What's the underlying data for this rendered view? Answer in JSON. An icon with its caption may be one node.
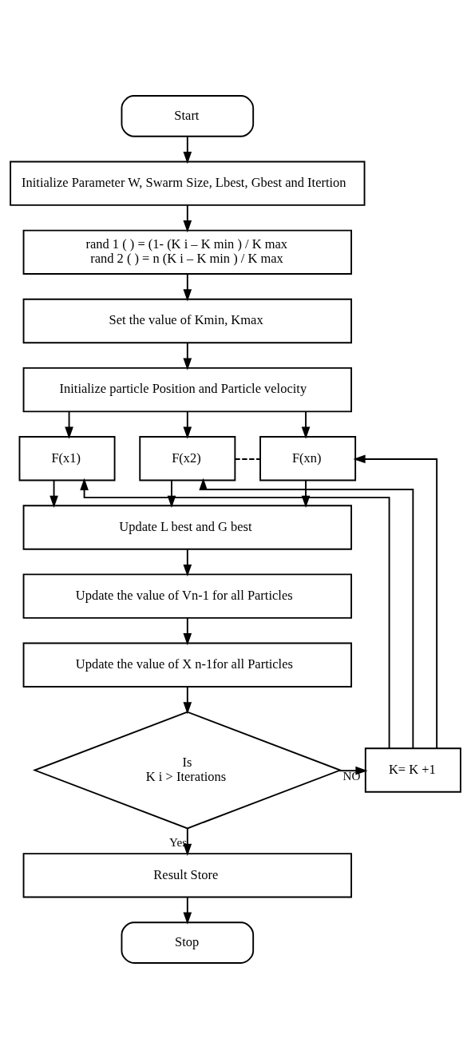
{
  "diagram": {
    "nodes": [
      {
        "text": [
          "Start"
        ]
      },
      {
        "text": [
          "Initialize Parameter W, Swarm Size, Lbest, Gbest and Itertion"
        ]
      },
      {
        "text": [
          "rand 1 ( ) = (1- (K i – K min ) / K max",
          "rand 2 ( ) = n (K i – K min ) / K max"
        ]
      },
      {
        "text": [
          "Set the value of Kmin, Kmax"
        ]
      },
      {
        "text": [
          "Initialize particle Position and Particle velocity"
        ]
      },
      {
        "text": [
          "F(x1)"
        ]
      },
      {
        "text": [
          "F(x2)"
        ]
      },
      {
        "text": [
          "F(xn)"
        ]
      },
      {
        "text": [
          "Update L best and G best"
        ]
      },
      {
        "text": [
          "Update the value of Vn-1 for all Particles"
        ]
      },
      {
        "text": [
          "Update the value of X n-1for all Particles"
        ]
      },
      {
        "text": [
          "Is",
          "K i > Iterations"
        ]
      },
      {
        "text": [
          "K= K +1"
        ]
      },
      {
        "text": [
          "Result Store"
        ]
      },
      {
        "text": [
          "Stop"
        ]
      }
    ],
    "edges": [
      {
        "from": 0,
        "to": 1,
        "arrow": "to"
      },
      {
        "from": 1,
        "to": 2,
        "arrow": "to"
      },
      {
        "from": 2,
        "to": 3,
        "arrow": "to"
      },
      {
        "from": 3,
        "to": 4,
        "arrow": "to"
      },
      {
        "from": 4,
        "to": 5,
        "arrow": "to"
      },
      {
        "from": 4,
        "to": 6,
        "arrow": "to"
      },
      {
        "from": 4,
        "to": 7,
        "arrow": "to"
      },
      {
        "from": 6,
        "to": 7,
        "arrow": "none",
        "style": "dashed"
      },
      {
        "from": 5,
        "to": 8,
        "arrow": "to"
      },
      {
        "from": 6,
        "to": 8,
        "arrow": "to"
      },
      {
        "from": 7,
        "to": 8,
        "arrow": "to"
      },
      {
        "from": 8,
        "to": 9,
        "arrow": "to"
      },
      {
        "from": 9,
        "to": 10,
        "arrow": "to"
      },
      {
        "from": 10,
        "to": 11,
        "arrow": "to"
      },
      {
        "from": 11,
        "to": 12,
        "arrow": "to",
        "label": "NO"
      },
      {
        "from": 12,
        "to": 5,
        "arrow": "to"
      },
      {
        "from": 12,
        "to": 6,
        "arrow": "to"
      },
      {
        "from": 12,
        "to": 7,
        "arrow": "to"
      },
      {
        "from": 11,
        "to": 13,
        "arrow": "to",
        "label": "Yes"
      },
      {
        "from": 13,
        "to": 14,
        "arrow": "to"
      }
    ]
  }
}
